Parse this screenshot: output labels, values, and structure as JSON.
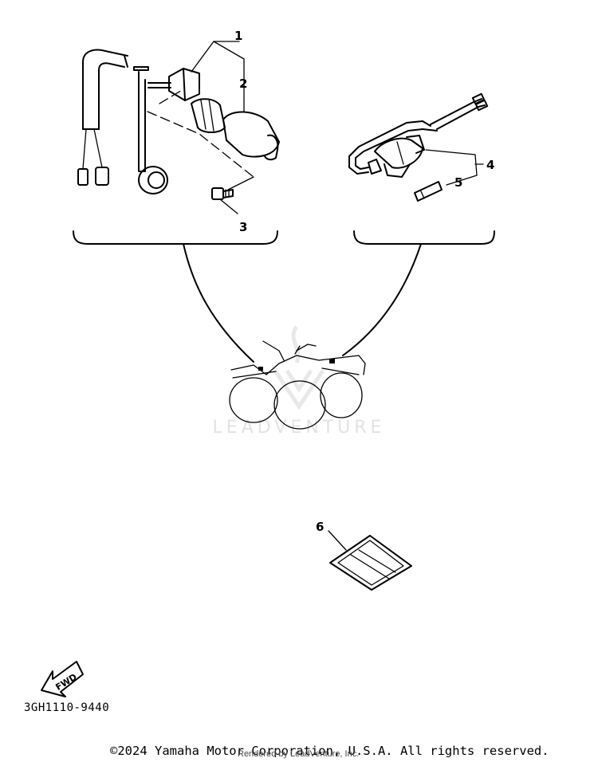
{
  "callouts": {
    "c1": "1",
    "c2": "2",
    "c3": "3",
    "c4": "4",
    "c5": "5",
    "c6": "6"
  },
  "fwd_label": "FWD",
  "watermark": "LEADVENTURE",
  "diagram_code": "3GH1110-9440",
  "copyright": "©2024 Yamaha Motor Corporation, U.S.A. All rights reserved.",
  "rendered_by": "Rendered by LeadVenture, Inc."
}
